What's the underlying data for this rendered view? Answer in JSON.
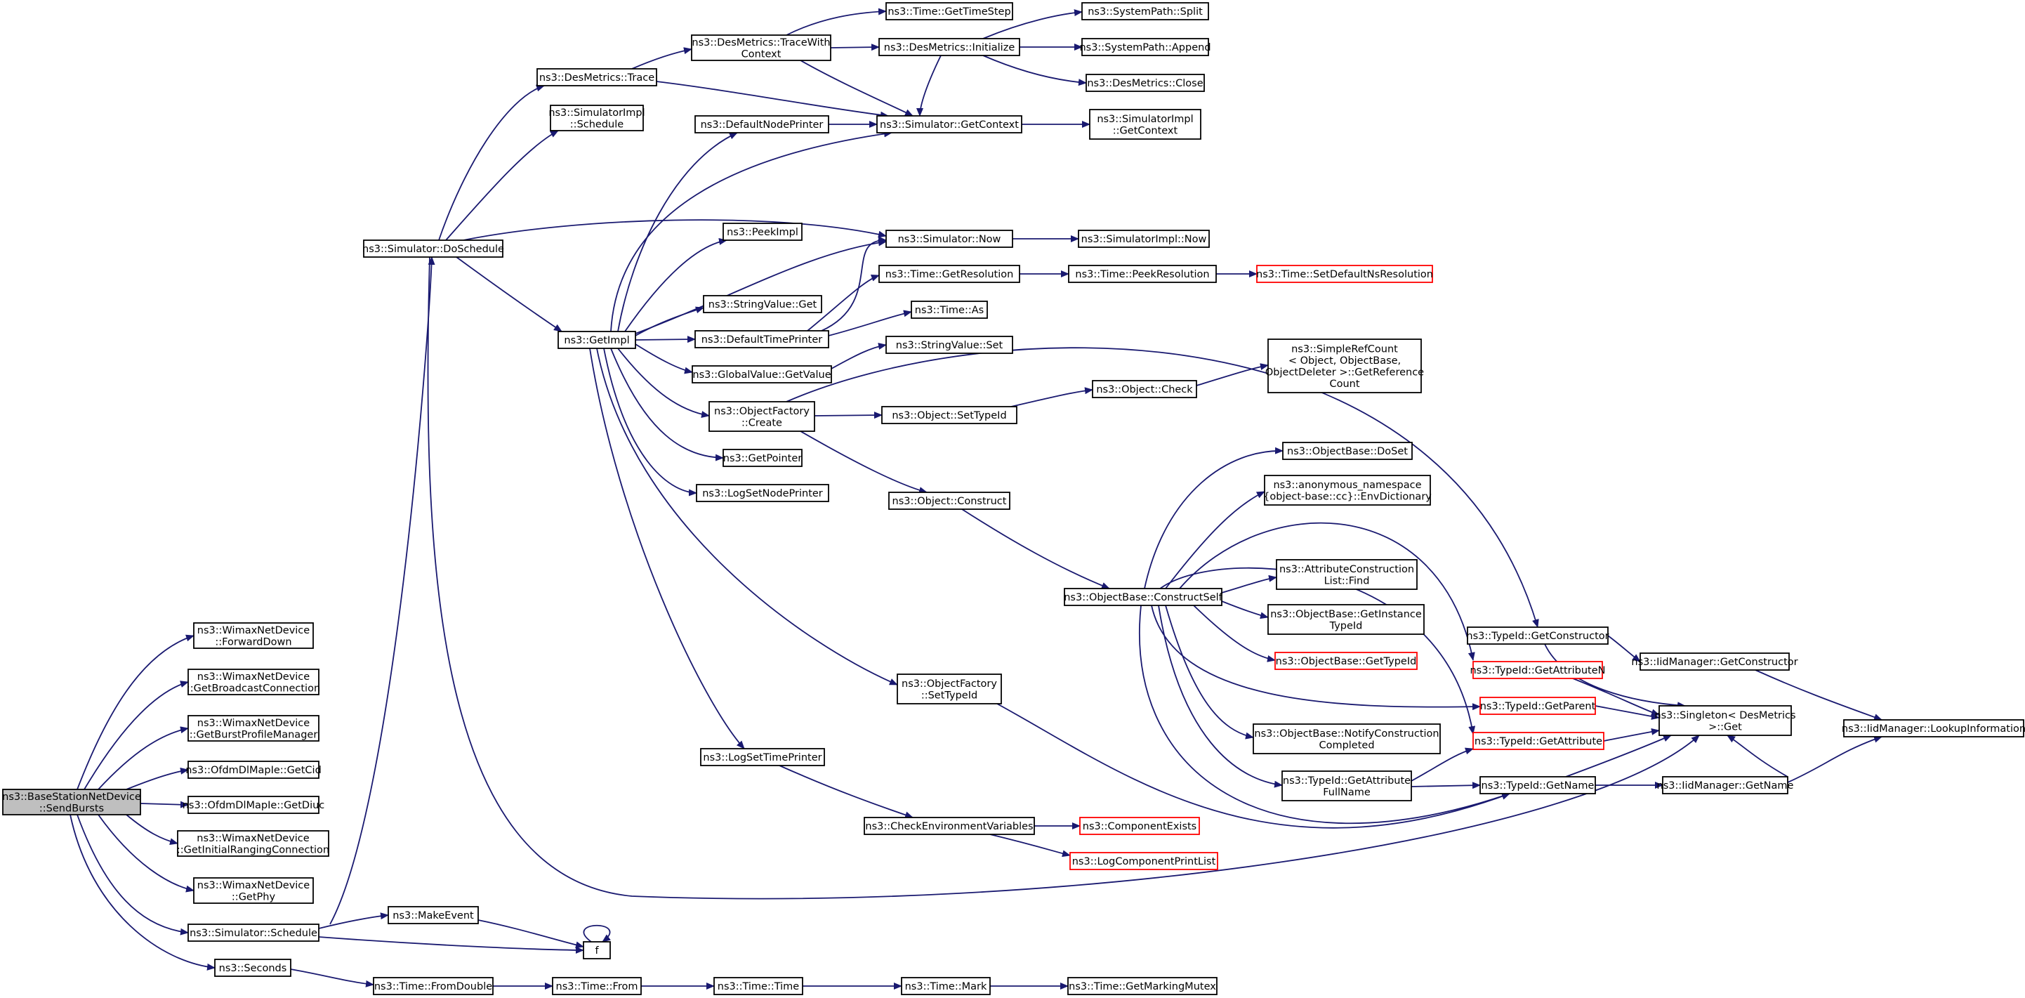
{
  "diagram": {
    "colors": {
      "edge": "#191970",
      "node_border": "#000000",
      "node_border_ref": "#ff0000",
      "root_fill": "#bfbfbf",
      "background": "#ffffff"
    },
    "nodes": [
      {
        "id": "root",
        "lines": [
          "ns3::BaseStationNetDevice",
          "::SendBursts"
        ],
        "style": "root"
      },
      {
        "id": "fwd",
        "lines": [
          "ns3::WimaxNetDevice",
          "::ForwardDown"
        ]
      },
      {
        "id": "gbc",
        "lines": [
          "ns3::WimaxNetDevice",
          "::GetBroadcastConnection"
        ]
      },
      {
        "id": "gbpm",
        "lines": [
          "ns3::WimaxNetDevice",
          "::GetBurstProfileManager"
        ]
      },
      {
        "id": "cid",
        "lines": [
          "ns3::OfdmDlMapIe::GetCid"
        ]
      },
      {
        "id": "diuc",
        "lines": [
          "ns3::OfdmDlMapIe::GetDiuc"
        ]
      },
      {
        "id": "girc",
        "lines": [
          "ns3::WimaxNetDevice",
          "::GetInitialRangingConnection"
        ]
      },
      {
        "id": "gphy",
        "lines": [
          "ns3::WimaxNetDevice",
          "::GetPhy"
        ]
      },
      {
        "id": "sched",
        "lines": [
          "ns3::Simulator::Schedule"
        ]
      },
      {
        "id": "seconds",
        "lines": [
          "ns3::Seconds"
        ]
      },
      {
        "id": "dosched",
        "lines": [
          "ns3::Simulator::DoSchedule"
        ]
      },
      {
        "id": "makeevent",
        "lines": [
          "ns3::MakeEvent"
        ]
      },
      {
        "id": "f",
        "lines": [
          "f"
        ]
      },
      {
        "id": "fromdouble",
        "lines": [
          "ns3::Time::FromDouble"
        ]
      },
      {
        "id": "from",
        "lines": [
          "ns3::Time::From"
        ]
      },
      {
        "id": "time",
        "lines": [
          "ns3::Time::Time"
        ]
      },
      {
        "id": "mark",
        "lines": [
          "ns3::Time::Mark"
        ]
      },
      {
        "id": "gmm",
        "lines": [
          "ns3::Time::GetMarkingMutex"
        ]
      },
      {
        "id": "trace",
        "lines": [
          "ns3::DesMetrics::Trace"
        ]
      },
      {
        "id": "simplsched",
        "lines": [
          "ns3::SimulatorImpl",
          "::Schedule"
        ]
      },
      {
        "id": "getimpl",
        "lines": [
          "ns3::GetImpl"
        ]
      },
      {
        "id": "tracewith",
        "lines": [
          "ns3::DesMetrics::TraceWith",
          "Context"
        ]
      },
      {
        "id": "gettimestep",
        "lines": [
          "ns3::Time::GetTimeStep"
        ]
      },
      {
        "id": "init",
        "lines": [
          "ns3::DesMetrics::Initialize"
        ]
      },
      {
        "id": "split",
        "lines": [
          "ns3::SystemPath::Split"
        ]
      },
      {
        "id": "append",
        "lines": [
          "ns3::SystemPath::Append"
        ]
      },
      {
        "id": "close",
        "lines": [
          "ns3::DesMetrics::Close"
        ]
      },
      {
        "id": "dnp",
        "lines": [
          "ns3::DefaultNodePrinter"
        ]
      },
      {
        "id": "getctx",
        "lines": [
          "ns3::Simulator::GetContext"
        ]
      },
      {
        "id": "implctx",
        "lines": [
          "ns3::SimulatorImpl",
          "::GetContext"
        ]
      },
      {
        "id": "peekimpl",
        "lines": [
          "ns3::PeekImpl"
        ]
      },
      {
        "id": "now",
        "lines": [
          "ns3::Simulator::Now"
        ]
      },
      {
        "id": "implnow",
        "lines": [
          "ns3::SimulatorImpl::Now"
        ]
      },
      {
        "id": "getres",
        "lines": [
          "ns3::Time::GetResolution"
        ]
      },
      {
        "id": "peekres",
        "lines": [
          "ns3::Time::PeekResolution"
        ]
      },
      {
        "id": "setdef",
        "lines": [
          "ns3::Time::SetDefaultNsResolution"
        ],
        "style": "red"
      },
      {
        "id": "svget",
        "lines": [
          "ns3::StringValue::Get"
        ]
      },
      {
        "id": "dtp",
        "lines": [
          "ns3::DefaultTimePrinter"
        ]
      },
      {
        "id": "as",
        "lines": [
          "ns3::Time::As"
        ]
      },
      {
        "id": "gvgv",
        "lines": [
          "ns3::GlobalValue::GetValue"
        ]
      },
      {
        "id": "svset",
        "lines": [
          "ns3::StringValue::Set"
        ]
      },
      {
        "id": "ofcreate",
        "lines": [
          "ns3::ObjectFactory",
          "::Create"
        ]
      },
      {
        "id": "getptr",
        "lines": [
          "ns3::GetPointer"
        ]
      },
      {
        "id": "lsnp",
        "lines": [
          "ns3::LogSetNodePrinter"
        ]
      },
      {
        "id": "lstp",
        "lines": [
          "ns3::LogSetTimePrinter"
        ]
      },
      {
        "id": "cev",
        "lines": [
          "ns3::CheckEnvironmentVariables"
        ]
      },
      {
        "id": "compex",
        "lines": [
          "ns3::ComponentExists"
        ],
        "style": "red"
      },
      {
        "id": "lcpl",
        "lines": [
          "ns3::LogComponentPrintList"
        ],
        "style": "red"
      },
      {
        "id": "src",
        "lines": [
          "ns3::SimpleRefCount",
          "< Object, ObjectBase,",
          "ObjectDeleter >::GetReference",
          "Count"
        ]
      },
      {
        "id": "objcheck",
        "lines": [
          "ns3::Object::Check"
        ]
      },
      {
        "id": "settypeid",
        "lines": [
          "ns3::Object::SetTypeId"
        ]
      },
      {
        "id": "objconstruct",
        "lines": [
          "ns3::Object::Construct"
        ]
      },
      {
        "id": "ofsettid",
        "lines": [
          "ns3::ObjectFactory",
          "::SetTypeId"
        ]
      },
      {
        "id": "doset",
        "lines": [
          "ns3::ObjectBase::DoSet"
        ]
      },
      {
        "id": "envdict",
        "lines": [
          "ns3::anonymous_namespace",
          "{object-base::cc}::EnvDictionary"
        ]
      },
      {
        "id": "acl",
        "lines": [
          "ns3::AttributeConstruction",
          "List::Find"
        ]
      },
      {
        "id": "cself",
        "lines": [
          "ns3::ObjectBase::ConstructSelf"
        ]
      },
      {
        "id": "git",
        "lines": [
          "ns3::ObjectBase::GetInstance",
          "TypeId"
        ]
      },
      {
        "id": "obgtid",
        "lines": [
          "ns3::ObjectBase::GetTypeId"
        ],
        "style": "red"
      },
      {
        "id": "notify",
        "lines": [
          "ns3::ObjectBase::NotifyConstruction",
          "Completed"
        ]
      },
      {
        "id": "gafn",
        "lines": [
          "ns3::TypeId::GetAttribute",
          "FullName"
        ]
      },
      {
        "id": "getctor",
        "lines": [
          "ns3::TypeId::GetConstructor"
        ]
      },
      {
        "id": "getattrn",
        "lines": [
          "ns3::TypeId::GetAttributeN"
        ],
        "style": "red"
      },
      {
        "id": "getparent",
        "lines": [
          "ns3::TypeId::GetParent"
        ],
        "style": "red"
      },
      {
        "id": "getattr",
        "lines": [
          "ns3::TypeId::GetAttribute"
        ],
        "style": "red"
      },
      {
        "id": "getname",
        "lines": [
          "ns3::TypeId::GetName"
        ]
      },
      {
        "id": "iidctor",
        "lines": [
          "ns3::IidManager::GetConstructor"
        ]
      },
      {
        "id": "singleton",
        "lines": [
          "ns3::Singleton< DesMetrics",
          ">::Get"
        ]
      },
      {
        "id": "iidname",
        "lines": [
          "ns3::IidManager::GetName"
        ]
      },
      {
        "id": "lookup",
        "lines": [
          "ns3::IidManager::LookupInformation"
        ]
      }
    ]
  }
}
